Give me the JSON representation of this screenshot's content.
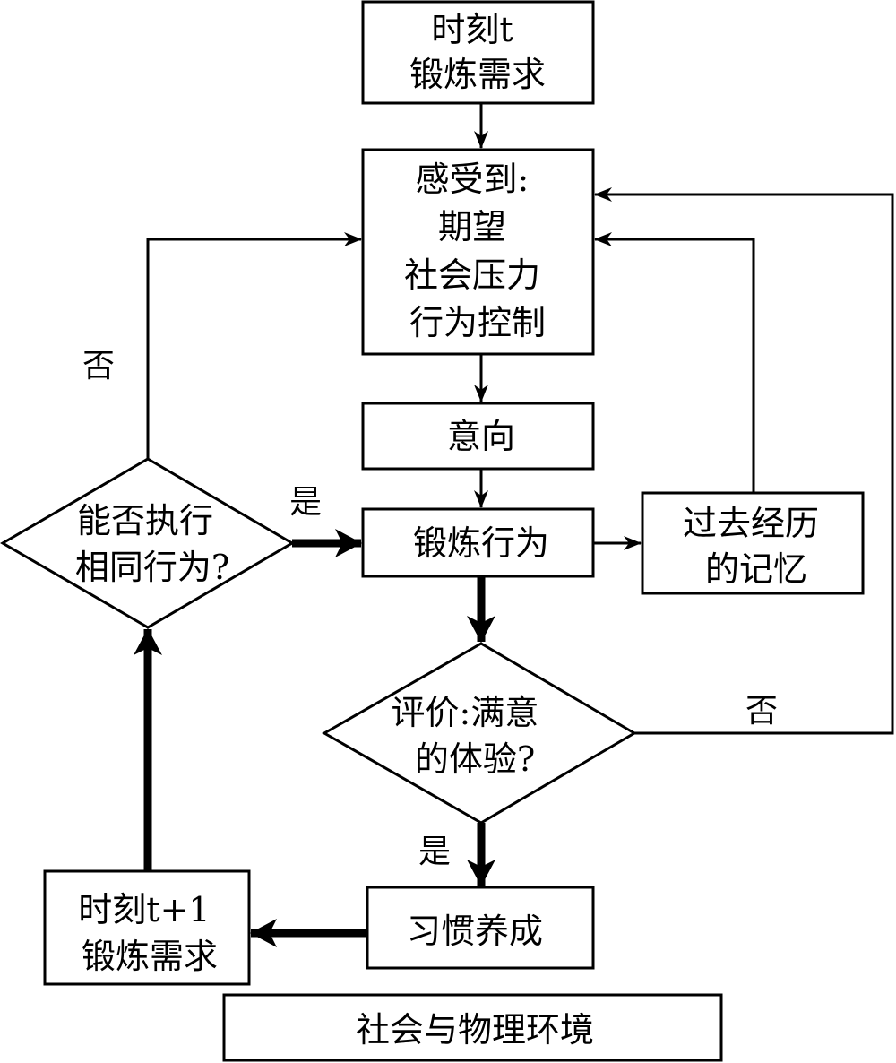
{
  "diagram": {
    "type": "flowchart",
    "nodes": {
      "demand_t": {
        "lines": [
          "时刻t",
          "锻炼需求"
        ],
        "shape": "rectangle"
      },
      "perception": {
        "lines": [
          "感受到:",
          "期望",
          "社会压力",
          "行为控制"
        ],
        "shape": "rectangle"
      },
      "intention": {
        "lines": [
          "意向"
        ],
        "shape": "rectangle"
      },
      "behavior": {
        "lines": [
          "锻炼行为"
        ],
        "shape": "rectangle"
      },
      "memory": {
        "lines": [
          "过去经历",
          "的记忆"
        ],
        "shape": "rectangle"
      },
      "evaluation": {
        "lines": [
          "评价:满意",
          "的体验?"
        ],
        "shape": "diamond"
      },
      "habit": {
        "lines": [
          "习惯养成"
        ],
        "shape": "rectangle"
      },
      "demand_t1": {
        "lines": [
          "时刻t+1",
          "锻炼需求"
        ],
        "shape": "rectangle"
      },
      "repeat_check": {
        "lines": [
          "能否执行",
          "相同行为?"
        ],
        "shape": "diamond"
      },
      "environment": {
        "lines": [
          "社会与物理环境"
        ],
        "shape": "rectangle"
      }
    },
    "edges": [
      {
        "from": "demand_t",
        "to": "perception",
        "label": "",
        "weight": "thin"
      },
      {
        "from": "perception",
        "to": "intention",
        "label": "",
        "weight": "thin"
      },
      {
        "from": "intention",
        "to": "behavior",
        "label": "",
        "weight": "thin"
      },
      {
        "from": "behavior",
        "to": "memory",
        "label": "",
        "weight": "thin"
      },
      {
        "from": "memory",
        "to": "perception",
        "label": "",
        "weight": "thin"
      },
      {
        "from": "behavior",
        "to": "evaluation",
        "label": "",
        "weight": "thick"
      },
      {
        "from": "evaluation",
        "to": "perception",
        "label": "否",
        "weight": "thin"
      },
      {
        "from": "evaluation",
        "to": "habit",
        "label": "是",
        "weight": "thick"
      },
      {
        "from": "habit",
        "to": "demand_t1",
        "label": "",
        "weight": "thick"
      },
      {
        "from": "demand_t1",
        "to": "repeat_check",
        "label": "",
        "weight": "thick"
      },
      {
        "from": "repeat_check",
        "to": "behavior",
        "label": "是",
        "weight": "thick"
      },
      {
        "from": "repeat_check",
        "to": "perception",
        "label": "否",
        "weight": "thin"
      }
    ],
    "edge_labels": {
      "eval_no": "否",
      "eval_yes": "是",
      "repeat_yes": "是",
      "repeat_no": "否"
    }
  }
}
